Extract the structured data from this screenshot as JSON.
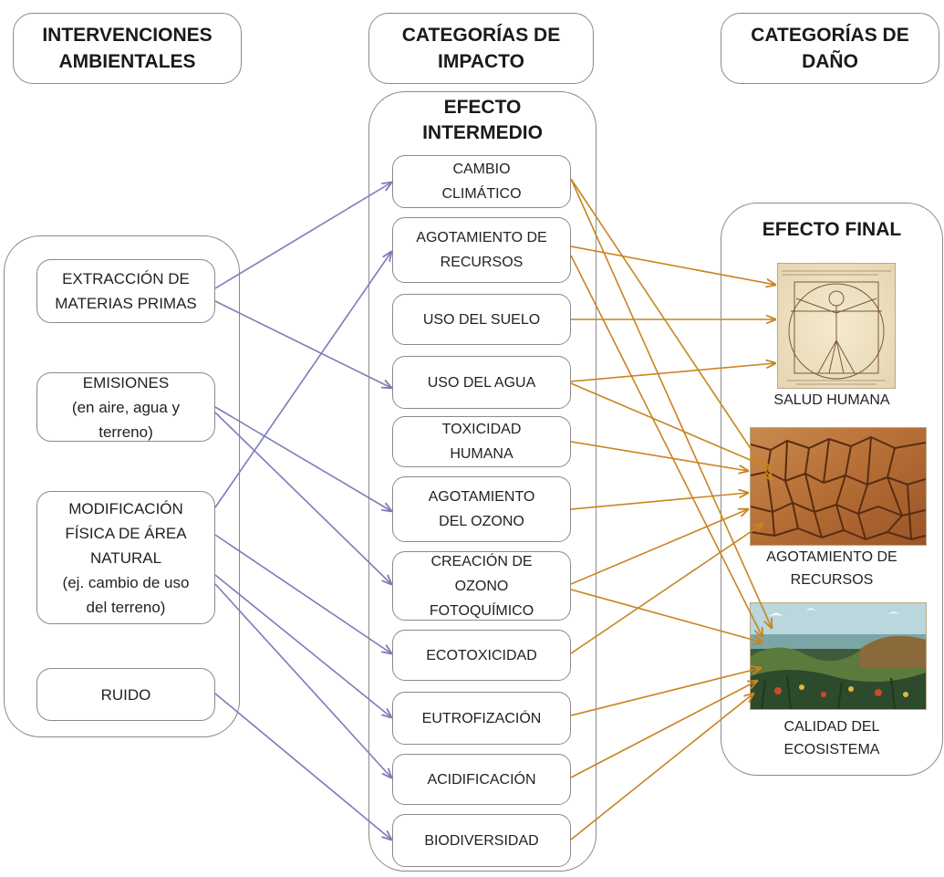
{
  "headers": {
    "interventions": "INTERVENCIONES\nAMBIENTALES",
    "impact": "CATEGORÍAS DE\nIMPACTO",
    "damage": "CATEGORÍAS DE\nDAÑO"
  },
  "middle_title": "EFECTO\nINTERMEDIO",
  "final_title": "EFECTO FINAL",
  "interventions": [
    "EXTRACCIÓN DE\nMATERIAS PRIMAS",
    "EMISIONES\n(en aire, agua y\nterreno)",
    "MODIFICACIÓN\nFÍSICA DE ÁREA\nNATURAL\n(ej. cambio de uso\ndel terreno)",
    "RUIDO"
  ],
  "categories": [
    "CAMBIO\nCLIMÁTICO",
    "AGOTAMIENTO DE\nRECURSOS",
    "USO DEL SUELO",
    "USO DEL AGUA",
    "TOXICIDAD\nHUMANA",
    "AGOTAMIENTO\nDEL OZONO",
    "CREACIÓN DE\nOZONO\nFOTOQUÍMICO",
    "ECOTOXICIDAD",
    "EUTROFIZACIÓN",
    "ACIDIFICACIÓN",
    "BIODIVERSIDAD"
  ],
  "damages": [
    "SALUD HUMANA",
    "AGOTAMIENTO DE\nRECURSOS",
    "CALIDAD DEL\nECOSISTEMA"
  ],
  "colors": {
    "intervention_arrow": "#7a7cb8",
    "damage_arrow": "#c9841f",
    "border": "#8a8a8a"
  },
  "damage_images": [
    "vitruvian-man-image",
    "cracked-earth-image",
    "ecosystem-image"
  ]
}
